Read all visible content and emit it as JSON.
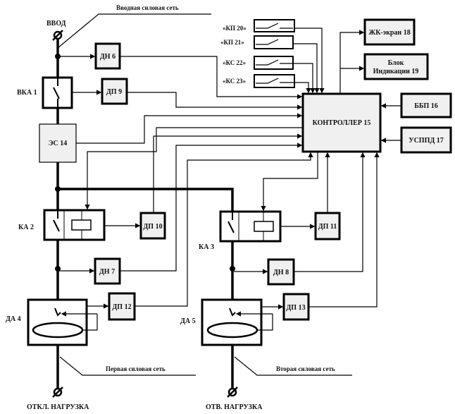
{
  "labels": {
    "input_network": "Вводная силовая сеть",
    "input": "ВВОД",
    "vka1": "ВКА 1",
    "es14": "ЭС 14",
    "ka2": "КА 2",
    "ka3": "КА 3",
    "da4": "ДА 4",
    "da5": "ДА 5",
    "dn6": "ДН 6",
    "dn7": "ДН 7",
    "dn8": "ДН 8",
    "dp9": "ДП 9",
    "dp10": "ДП 10",
    "dp11": "ДП 11",
    "dp12": "ДП 12",
    "dp13": "ДП 13",
    "controller": "КОНТРОЛЛЕР 15",
    "bbp16": "ББП 16",
    "usppd17": "УСППД 17",
    "lcd18": "ЖК-экран 18",
    "indication19_line1": "Блок",
    "indication19_line2": "Индикации 19",
    "kp20": "«КП 20»",
    "kp21": "«КП 21»",
    "ks22": "«КС 22»",
    "ks23": "«КС 23»",
    "first_network": "Первая силовая сеть",
    "second_network": "Вторая силовая сеть",
    "load_off": "ОТКЛ. НАГРУЗКА",
    "load_resp": "ОТВ. НАГРУЗКА"
  }
}
